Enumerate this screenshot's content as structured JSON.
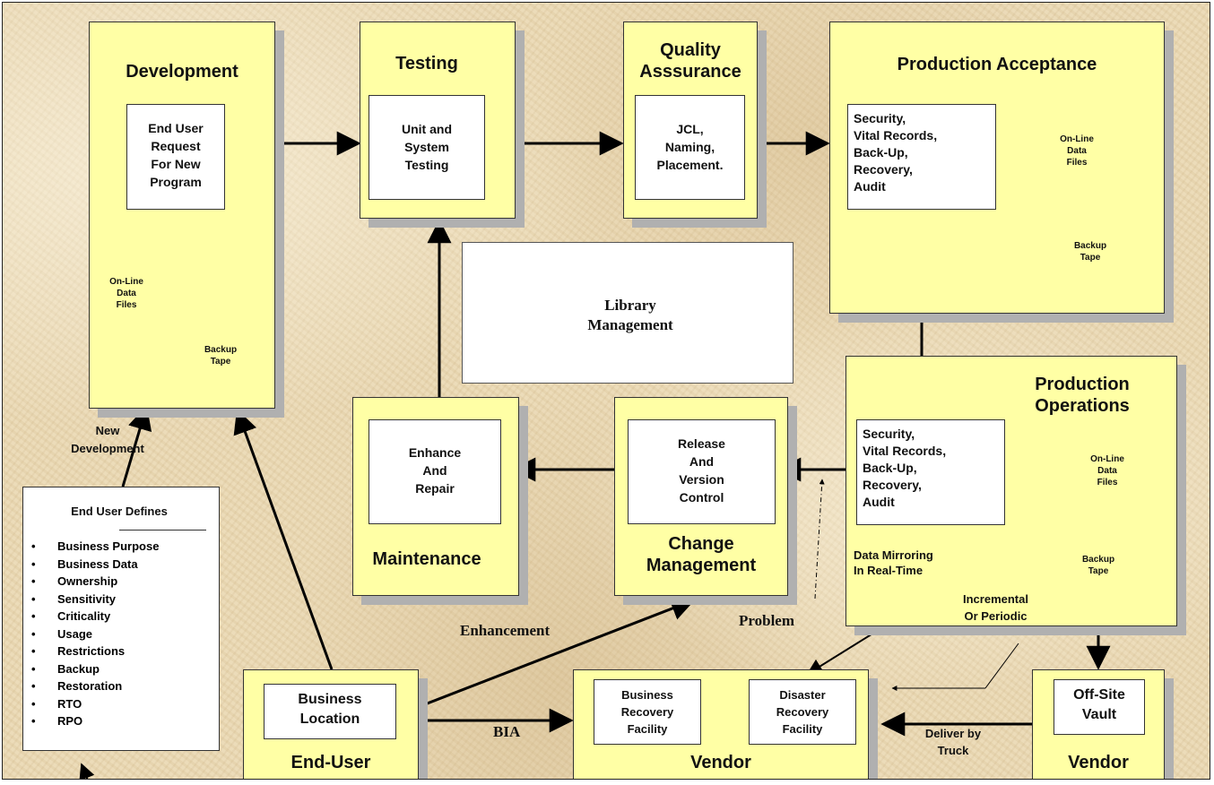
{
  "development": {
    "title": "Development",
    "request_lines": [
      "End User",
      "Request",
      "For New",
      "Program"
    ],
    "online_files_lines": [
      "On-Line",
      "Data",
      "Files"
    ],
    "backup_tape_lines": [
      "Backup",
      "Tape"
    ]
  },
  "testing": {
    "title": "Testing",
    "box_lines": [
      "Unit and",
      "System",
      "Testing"
    ]
  },
  "quality_assurance": {
    "title_lines": [
      "Quality",
      "Asssurance"
    ],
    "box_lines": [
      "JCL,",
      "Naming,",
      "Placement."
    ]
  },
  "production_acceptance": {
    "title": "Production Acceptance",
    "box_lines": [
      "Security,",
      "Vital Records,",
      "Back-Up,",
      "Recovery,",
      "Audit"
    ],
    "online_files_lines": [
      "On-Line",
      "Data",
      "Files"
    ],
    "backup_tape_lines": [
      "Backup",
      "Tape"
    ]
  },
  "library_management": {
    "lines": [
      "Library",
      "Management"
    ]
  },
  "maintenance": {
    "title": "Maintenance",
    "box_lines": [
      "Enhance",
      "And",
      "Repair"
    ]
  },
  "change_management": {
    "title_lines": [
      "Change",
      "Management"
    ],
    "box_lines": [
      "Release",
      "And",
      "Version",
      "Control"
    ]
  },
  "production_operations": {
    "title_lines": [
      "Production",
      "Operations"
    ],
    "box_lines": [
      "Security,",
      "Vital Records,",
      "Back-Up,",
      "Recovery,",
      "Audit"
    ],
    "online_files_lines": [
      "On-Line",
      "Data",
      "Files"
    ],
    "backup_tape_lines": [
      "Backup",
      "Tape"
    ],
    "mirroring_lines": [
      "Data Mirroring",
      "In Real-Time"
    ],
    "incremental_lines": [
      "Incremental",
      "Or Periodic"
    ]
  },
  "end_user_defines": {
    "heading": "End User Defines",
    "criteria": [
      "Business Purpose",
      "Business Data",
      "Ownership",
      "Sensitivity",
      "Criticality",
      "Usage",
      "Restrictions",
      "Backup",
      "Restoration",
      "RTO",
      "RPO"
    ]
  },
  "end_user": {
    "title": "End-User",
    "location_lines": [
      "Business",
      "Location"
    ]
  },
  "vendor_recovery": {
    "title": "Vendor",
    "business_recovery_lines": [
      "Business",
      "Recovery",
      "Facility"
    ],
    "disaster_recovery_lines": [
      "Disaster",
      "Recovery",
      "Facility"
    ]
  },
  "vendor_vault": {
    "title": "Vendor",
    "vault_lines": [
      "Off-Site",
      "Vault"
    ]
  },
  "labels": {
    "new_development": [
      "New",
      "Development"
    ],
    "enhancement": "Enhancement",
    "problem": "Problem",
    "bia": "BIA",
    "deliver_by_truck": [
      "Deliver by",
      "Truck"
    ]
  },
  "colors": {
    "panel": "#ffffa5",
    "shadow": "#b0b0b0",
    "red_arrow": "#ff1a1a",
    "blue_arrow": "#1a1aff"
  }
}
